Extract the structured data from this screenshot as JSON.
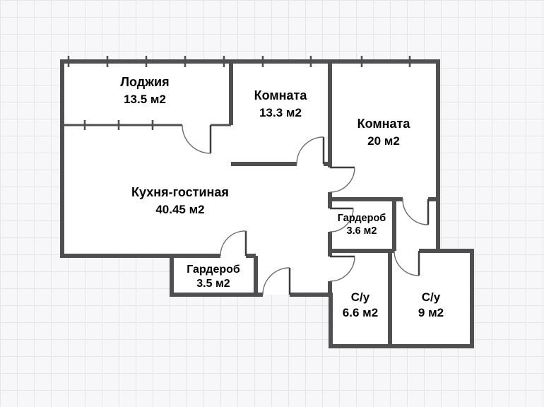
{
  "floorplan": {
    "rooms": [
      {
        "name": "Лоджия",
        "area": "13.5 м2"
      },
      {
        "name": "Комната",
        "area": "13.3 м2"
      },
      {
        "name": "Комната",
        "area": "20 м2"
      },
      {
        "name": "Кухня-гостиная",
        "area": "40.45 м2"
      },
      {
        "name": "Гардероб",
        "area": "3.6 м2"
      },
      {
        "name": "Гардероб",
        "area": "3.5 м2"
      },
      {
        "name": "С/у",
        "area": "6.6 м2"
      },
      {
        "name": "С/у",
        "area": "9 м2"
      }
    ],
    "colors": {
      "wall": "#4f4f4f",
      "room_fill": "#ffffff",
      "grid_line": "#e4e4e9",
      "background": "#f7f7f9",
      "label_text": "#000000"
    }
  }
}
